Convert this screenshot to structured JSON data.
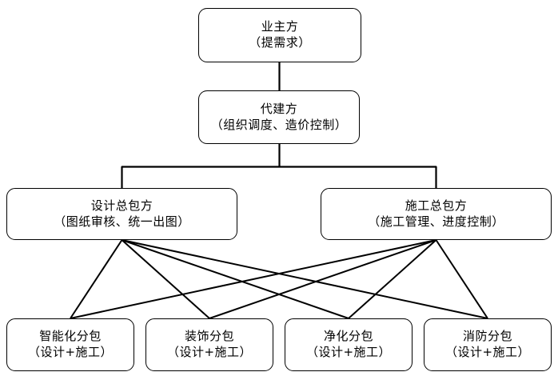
{
  "diagram": {
    "type": "organizational-flowchart",
    "title_text": "",
    "colors": {
      "line": "#000000",
      "box_border": "#000000",
      "box_fill": "#ffffff",
      "text": "#000000",
      "background": "#ffffff"
    },
    "levels": [
      {
        "level": 1,
        "nodes": [
          {
            "id": "owner",
            "title": "业主方",
            "sub": "（提需求）"
          }
        ]
      },
      {
        "level": 2,
        "nodes": [
          {
            "id": "agent",
            "title": "代建方",
            "sub": "（组织调度、造价控制）"
          }
        ]
      },
      {
        "level": 3,
        "nodes": [
          {
            "id": "design-gc",
            "title": "设计总包方",
            "sub": "（图纸审核、统一出图）"
          },
          {
            "id": "construction-gc",
            "title": "施工总包方",
            "sub": "（施工管理、进度控制）"
          }
        ]
      },
      {
        "level": 4,
        "nodes": [
          {
            "id": "intelligent-sub",
            "title": "智能化分包",
            "sub": "（设计+施工）"
          },
          {
            "id": "decoration-sub",
            "title": "装饰分包",
            "sub": "（设计+施工）"
          },
          {
            "id": "purification-sub",
            "title": "净化分包",
            "sub": "（设计+施工）"
          },
          {
            "id": "fire-sub",
            "title": "消防分包",
            "sub": "（设计+施工）"
          }
        ]
      }
    ],
    "connections": [
      {
        "from": "owner",
        "to": "agent",
        "style": "vertical-line"
      },
      {
        "from": "agent",
        "to": "design-gc",
        "style": "elbow"
      },
      {
        "from": "agent",
        "to": "construction-gc",
        "style": "elbow"
      },
      {
        "from": "design-gc",
        "to": "intelligent-sub",
        "style": "straight"
      },
      {
        "from": "design-gc",
        "to": "decoration-sub",
        "style": "straight"
      },
      {
        "from": "design-gc",
        "to": "purification-sub",
        "style": "straight"
      },
      {
        "from": "design-gc",
        "to": "fire-sub",
        "style": "straight"
      },
      {
        "from": "construction-gc",
        "to": "intelligent-sub",
        "style": "straight"
      },
      {
        "from": "construction-gc",
        "to": "decoration-sub",
        "style": "straight"
      },
      {
        "from": "construction-gc",
        "to": "purification-sub",
        "style": "straight"
      },
      {
        "from": "construction-gc",
        "to": "fire-sub",
        "style": "straight"
      }
    ]
  }
}
